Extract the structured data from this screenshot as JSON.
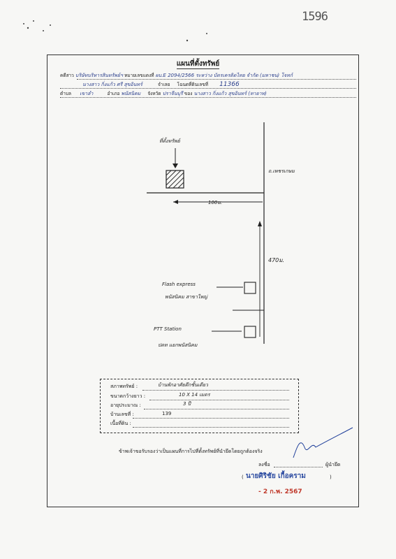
{
  "page_number": "1596",
  "title": "แผนที่ตั้งทรัพย์",
  "header": {
    "deed_label": "คดีสาว",
    "deed_value": "บริษัทบริหารสินทรัพย์ฯ",
    "case_no_label": "หมายเลขแดงที่",
    "case_no_value": "ผบ.E 2094/2566",
    "row1_tail": "ระหว่าง  บัตรเครดิตไทย  จำกัด (มหาชน) โจทก์",
    "defendant_value": "นางสาว  กิ่งแก้ว ศรี  สุขอินทร์",
    "defendant_tail_label": "จำเลย",
    "land_no_label": "โฉนดที่ดินเลขที่",
    "land_no_value": "11366",
    "subdistrict_label": "ตำบล",
    "subdistrict_value": "เขาลำ",
    "district_label": "อำเภอ",
    "district_value": "พนัสนิคม",
    "province_label": "จังหวัด",
    "province_value": "ปราจีนบุรี",
    "owner_label": "ของ",
    "owner_value": "นางสาว กิ่งแก้ว  สุขอินทร์ (ทายาท)"
  },
  "map": {
    "target_label": "ที่ตั้งทรัพย์",
    "road_label": "ถ.เพชรเกษม",
    "distance_horizontal": "100ม.",
    "distance_vertical": "470ม.",
    "landmark1_line1": "Flash express",
    "landmark1_line2": "พนัสนิคม สาขาใหญ่",
    "landmark2_line1": "PTT Station",
    "landmark2_line2": "ปตท แยกพนัสนิคม"
  },
  "details": {
    "property_label": "สภาพทรัพย์ :",
    "property_value": "บ้านพักอาศัยตึกชั้นเดียว",
    "size_label": "ขนาดกว้างยาว :",
    "size_value": "10 X 14  เมตร",
    "age_label": "อายุประมาณ :",
    "age_value": "3  ปี",
    "house_no_label": "บ้านเลขที่ :",
    "house_no_value": "139",
    "area_label": "เนื้อที่ดิน :",
    "area_value": ""
  },
  "certify_text": "ข้าพเจ้าขอรับรองว่าเป็นแผนที่การไปที่ตั้งทรัพย์ที่นำยึดโดยถูกต้องจริง",
  "sign_label": "ลงชื่อ",
  "sign_role": "ผู้นำยึด",
  "signer_name": "นายศิริชัย  เกื้อคราม",
  "date_stamp": "- 2 ก.พ. 2567"
}
